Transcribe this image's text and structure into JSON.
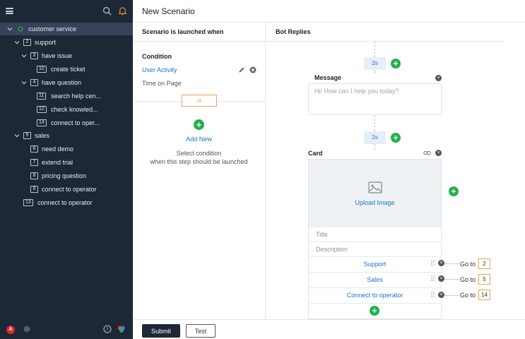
{
  "app": {
    "title": "New Scenario"
  },
  "sidebar": {
    "tree": [
      {
        "label": "customer service",
        "number": "",
        "selected": true
      },
      {
        "label": "support",
        "number": "2"
      },
      {
        "label": "have issue",
        "number": "3"
      },
      {
        "label": "create ticket",
        "number": "10"
      },
      {
        "label": "have question",
        "number": "4"
      },
      {
        "label": "search help cen...",
        "number": "11"
      },
      {
        "label": "check knowled...",
        "number": "12"
      },
      {
        "label": "connect to oper...",
        "number": "14"
      },
      {
        "label": "sales",
        "number": "5"
      },
      {
        "label": "need demo",
        "number": "6"
      },
      {
        "label": "extend trial",
        "number": "7"
      },
      {
        "label": "pricing question",
        "number": "8"
      },
      {
        "label": "connect to operator",
        "number": "9"
      },
      {
        "label": "connect to operator",
        "number": "13"
      }
    ],
    "avatar_letter": "A"
  },
  "left_panel": {
    "header": "Scenario is launched when",
    "condition_title": "Condition",
    "condition_value": "User Activity",
    "condition_sub": "Time on Page",
    "or_label": "or",
    "add_new_label": "Add New",
    "add_new_hint_1": "Select condition",
    "add_new_hint_2": "when this step should be launched"
  },
  "right_panel": {
    "header": "Bot Replies",
    "delay_1": "2s",
    "message_title": "Message",
    "message_placeholder": "Hi! How can I help you today?",
    "delay_2": "2s",
    "card_title": "Card",
    "upload_label": "Upload Image",
    "title_placeholder": "Title",
    "description_placeholder": "Description",
    "buttons": [
      {
        "label": "Support",
        "goto_label": "Go to",
        "goto": "2"
      },
      {
        "label": "Sales",
        "goto_label": "Go to",
        "goto": "5"
      },
      {
        "label": "Connect to operator",
        "goto_label": "Go to",
        "goto": "14"
      }
    ]
  },
  "footer": {
    "submit_label": "Submit",
    "test_label": "Test"
  },
  "colors": {
    "sidebar_bg": "#1d2736",
    "accent_blue": "#1f73c4",
    "green": "#22b14c",
    "orange": "#f0a050"
  }
}
